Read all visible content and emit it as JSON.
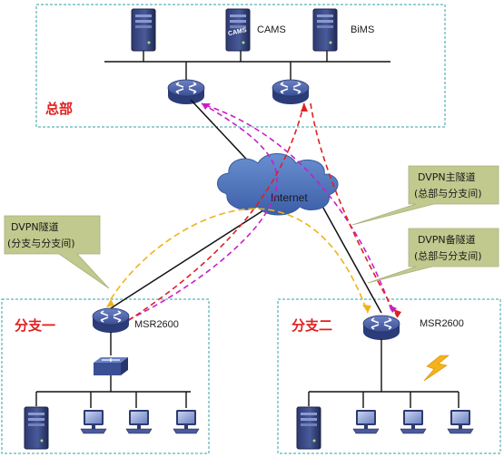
{
  "regions": {
    "hq": {
      "label": "总部"
    },
    "branch1": {
      "label": "分支一"
    },
    "branch2": {
      "label": "分支二"
    }
  },
  "servers": {
    "cams": {
      "label": "CAMS",
      "icon_text": "CAMS"
    },
    "bims": {
      "label": "BiMS"
    }
  },
  "routers": {
    "branch1": {
      "label": "MSR2600"
    },
    "branch2": {
      "label": "MSR2600"
    }
  },
  "cloud": {
    "label": "Internet"
  },
  "callouts": {
    "branch_tunnel": {
      "line1": "DVPN隧道",
      "line2": "(分支与分支间)"
    },
    "main_tunnel": {
      "line1": "DVPN主隧道",
      "line2": "(总部与分支间)"
    },
    "backup_tunnel": {
      "line1": "DVPN备隧道",
      "line2": "(总部与分支间)"
    }
  },
  "colors": {
    "frame_border": "#33a0a6",
    "router_fill": "#3a4f94",
    "cloud_fill": "#4a6fb5",
    "callout_fill": "#c2c98e",
    "main_tunnel": "#c81ec8",
    "backup_tunnel": "#e02020",
    "branch_tunnel": "#f0b419",
    "region_text": "#e02020"
  }
}
